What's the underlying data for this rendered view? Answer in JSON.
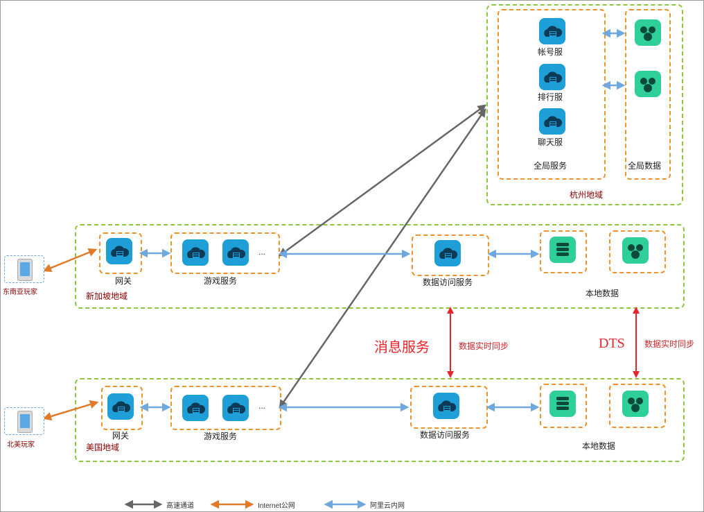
{
  "hangzhou": {
    "region_label": "杭州地域",
    "services": [
      "帐号服",
      "排行服",
      "聊天服"
    ],
    "global_services_label": "全局服务",
    "global_data_label": "全局数据"
  },
  "singapore": {
    "region_label": "新加坡地域",
    "player_label": "东南亚玩家",
    "gateway_label": "网关",
    "game_services_label": "游戏服务",
    "ellipsis": "...",
    "data_access_label": "数据访问服务",
    "local_data_label": "本地数据"
  },
  "usa": {
    "region_label": "美国地域",
    "player_label": "北美玩家",
    "gateway_label": "网关",
    "game_services_label": "游戏服务",
    "ellipsis": "...",
    "data_access_label": "数据访问服务",
    "local_data_label": "本地数据"
  },
  "sync": {
    "message_service": "消息服务",
    "dts": "DTS",
    "realtime_sync_1": "数据实时同步",
    "realtime_sync_2": "数据实时同步"
  },
  "legend": {
    "highspeed": "高速通道",
    "internet": "Internet公网",
    "intranet": "阿里云内网"
  },
  "colors": {
    "highspeed": "#666666",
    "internet": "#e07b2a",
    "intranet": "#6fa8dc",
    "sync": "#e8242a",
    "region_border": "#8cc63f",
    "group_border": "#f0922b",
    "service_icon": "#1e9fd8",
    "data_icon": "#2fcf9a"
  },
  "icons": {
    "service": "cloud-server-icon",
    "data": "database-icon",
    "cache": "stack-icon",
    "phone": "smartphone-icon"
  }
}
